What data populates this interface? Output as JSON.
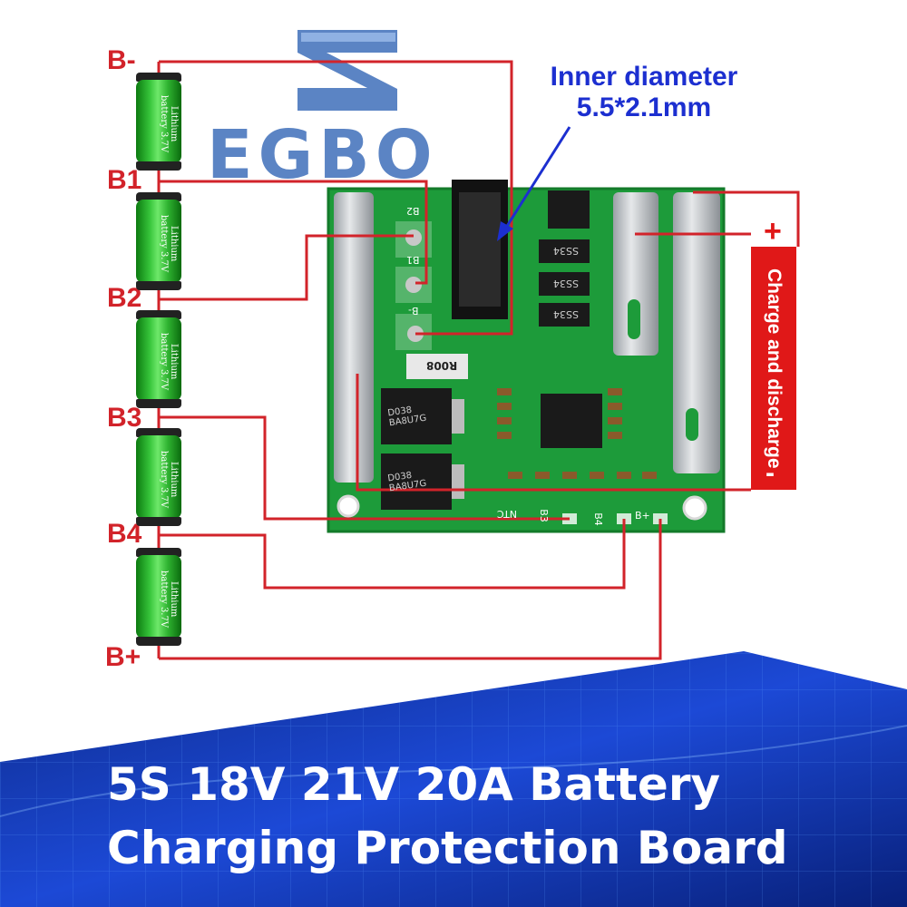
{
  "logo": {
    "text": "EGBO"
  },
  "nodes": [
    {
      "id": "b-minus",
      "label": "B-"
    },
    {
      "id": "b1",
      "label": "B1"
    },
    {
      "id": "b2",
      "label": "B2"
    },
    {
      "id": "b3",
      "label": "B3"
    },
    {
      "id": "b4",
      "label": "B4"
    },
    {
      "id": "b-plus",
      "label": "B+"
    }
  ],
  "cells": [
    {
      "line1": "Lithium",
      "line2": "battery",
      "line3": "3.7V"
    },
    {
      "line1": "Lithium",
      "line2": "battery",
      "line3": "3.7V"
    },
    {
      "line1": "Lithium",
      "line2": "battery",
      "line3": "3.7V"
    },
    {
      "line1": "Lithium",
      "line2": "battery",
      "line3": "3.7V"
    },
    {
      "line1": "Lithium",
      "line2": "battery",
      "line3": "3.7V"
    }
  ],
  "inner_diameter": {
    "line1": "Inner diameter",
    "line2": "5.5*2.1mm"
  },
  "terminal": {
    "plus": "+",
    "label": "Charge and discharge",
    "minus": "-"
  },
  "board_silkscreen": {
    "pads": [
      "B2",
      "B1",
      "B-",
      "B4",
      "B+",
      "B3",
      "NTC"
    ],
    "mosfet1": "D038 BA8U7G",
    "mosfet2": "D038 BA8U7G",
    "resistor": "R008",
    "chips": [
      "SS34",
      "SS34",
      "SS34"
    ]
  },
  "caption": {
    "line1": "5S 18V 21V 20A Battery",
    "line2": "Charging Protection Board"
  },
  "colors": {
    "wire": "#d2232a",
    "label_red": "#d2232a",
    "note_blue": "#1c2fd0",
    "pcb_green": "#1d9b3a",
    "terminal_red": "#e01818",
    "logo_blue": "#5b84c4"
  }
}
